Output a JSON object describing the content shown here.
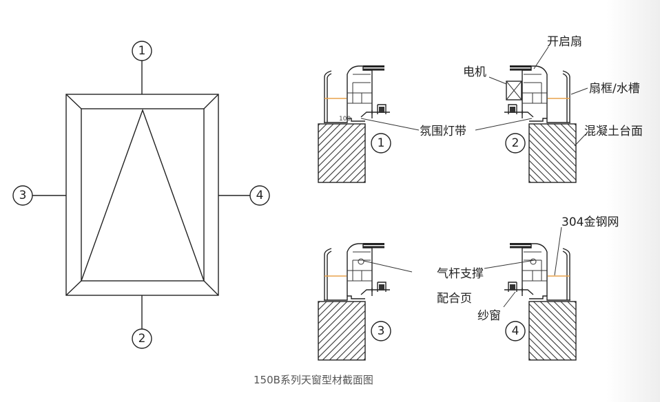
{
  "plan": {
    "markers": [
      "1",
      "2",
      "3",
      "4"
    ]
  },
  "sections": [
    {
      "marker": "1",
      "dimension": "100"
    },
    {
      "marker": "2"
    },
    {
      "marker": "3"
    },
    {
      "marker": "4"
    }
  ],
  "labels": {
    "sash": "开启扇",
    "motor": "电机",
    "frame_gutter": "扇框/水槽",
    "ambient_light": "氛围灯带",
    "concrete": "混凝土台面",
    "mesh": "304金钢网",
    "gas_strut": "气杆支撑",
    "hinge": "配合页",
    "screen": "纱窗"
  },
  "caption": "150B系列天窗型材截面图",
  "colors": {
    "line": "#222222",
    "accent_line": "#e8a24a",
    "caption": "#555555"
  }
}
